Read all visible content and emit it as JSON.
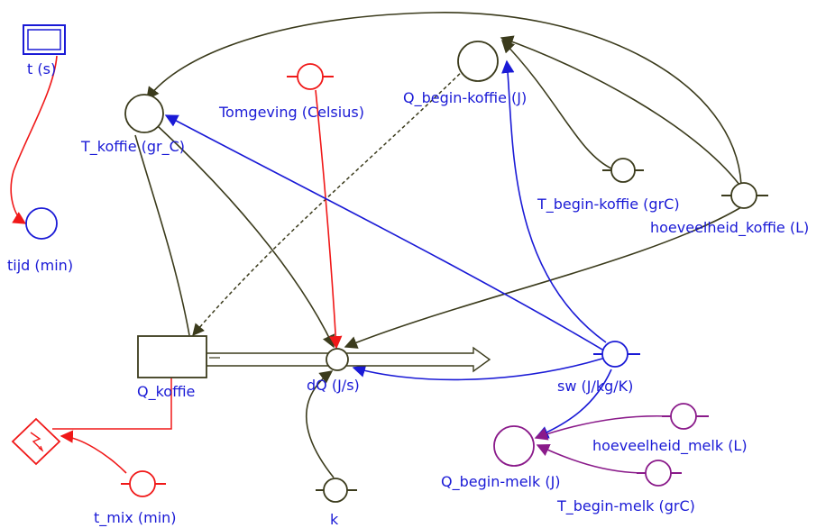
{
  "colors": {
    "olive": "#3b3b1c",
    "blue": "#1a1ad6",
    "red": "#f01818",
    "purple": "#8a1a8a",
    "pink": "#f2a0a0",
    "label_blue": "#1a1ad6"
  },
  "nodes": {
    "t_s": {
      "label": "t (s)",
      "kind": "timer-variable"
    },
    "tijd": {
      "label": "tijd (min)",
      "kind": "variable"
    },
    "tomgeving": {
      "label": "Tomgeving (Celsius)",
      "kind": "constant"
    },
    "t_koffie": {
      "label": "T_koffie (gr_C)",
      "kind": "variable"
    },
    "q_begin_koffie": {
      "label": "Q_begin-koffie (J)",
      "kind": "variable"
    },
    "t_begin_koffie": {
      "label": "T_begin-koffie (grC)",
      "kind": "constant"
    },
    "hoeveelheid_koffie": {
      "label": "hoeveelheid_koffie (L)",
      "kind": "constant"
    },
    "q_koffie": {
      "label": "Q_koffie",
      "kind": "stock"
    },
    "dq": {
      "label": "dQ (J/s)",
      "kind": "flow-rate"
    },
    "sw": {
      "label": "sw (J/kg/K)",
      "kind": "constant"
    },
    "q_begin_melk": {
      "label": "Q_begin-melk (J)",
      "kind": "variable"
    },
    "hoeveelheid_melk": {
      "label": "hoeveelheid_melk (L)",
      "kind": "constant"
    },
    "t_begin_melk": {
      "label": "T_begin-melk (grC)",
      "kind": "constant"
    },
    "t_mix": {
      "label": "t_mix (min)",
      "kind": "constant"
    },
    "k": {
      "label": "k",
      "kind": "constant"
    },
    "event": {
      "label": "",
      "kind": "event-trigger"
    }
  }
}
